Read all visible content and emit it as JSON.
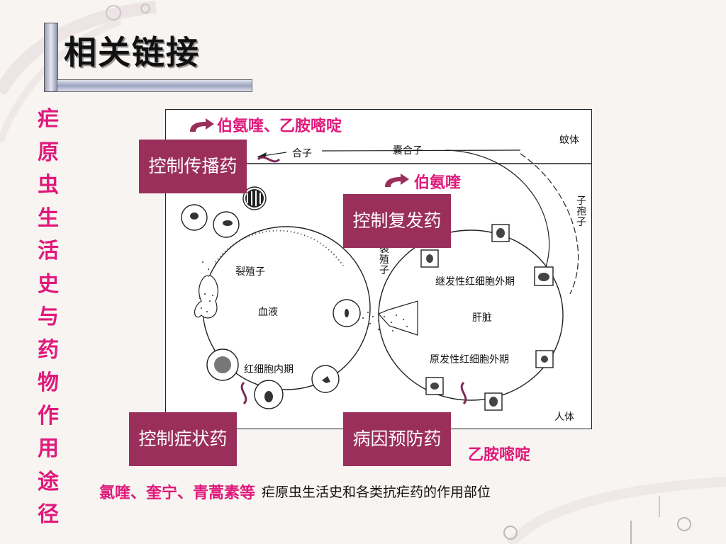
{
  "title": "相关链接",
  "side_title": "疟原虫生活史与药物作用途径",
  "diagram": {
    "labels": {
      "mosquito": "蚊体",
      "human": "人体",
      "zygote": "合子",
      "oocyst": "囊合子",
      "sporozoite": "子孢子",
      "merozoite_blood": "裂殖子",
      "merozoite_liver": "裂殖子",
      "blood": "血液",
      "liver": "肝脏",
      "erythrocytic": "红细胞内期",
      "secondary_exo": "继发性红细胞外期",
      "primary_exo": "原发性红细胞外期"
    },
    "caption": "疟原虫生活史和各类抗疟药的作用部位"
  },
  "boxes": {
    "transmission": "控制传播药",
    "relapse": "控制复发药",
    "symptom": "控制症状药",
    "prevention": "病因预防药"
  },
  "drugs": {
    "transmission": "伯氨喹、乙胺嘧啶",
    "relapse": "伯氨喹",
    "symptom": "氯喹、奎宁、青蒿素等",
    "prevention": "乙胺嘧啶"
  },
  "colors": {
    "box_bg": "#9a2f5c",
    "accent": "#e0197b"
  }
}
